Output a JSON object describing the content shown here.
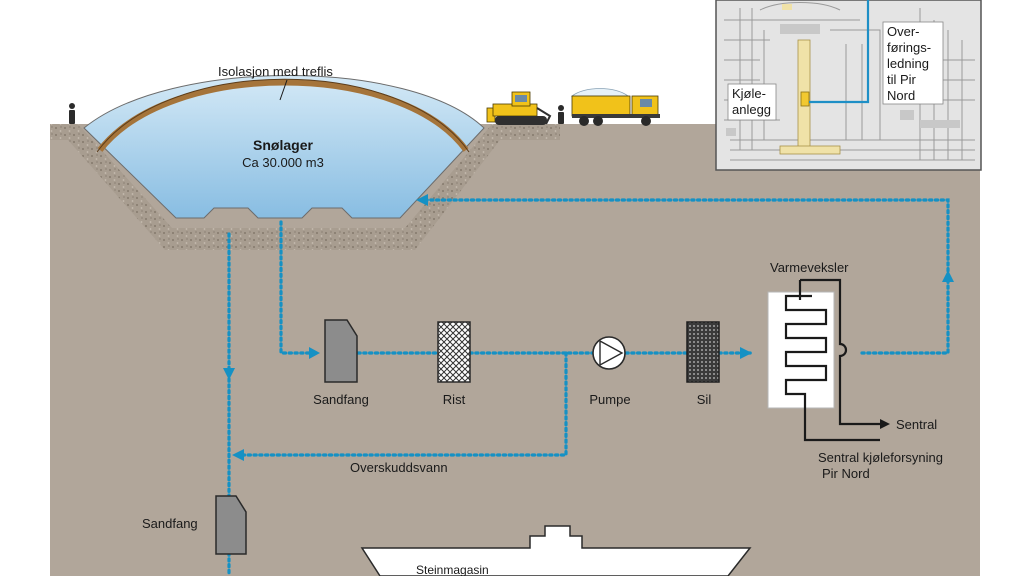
{
  "labels": {
    "insulation": "Isolasjon med treflis",
    "storage_title": "Snølager",
    "storage_volume": "Ca 30.000 m3",
    "sand_trap_main": "Sandfang",
    "grate": "Rist",
    "pump": "Pumpe",
    "strainer": "Sil",
    "heat_exchanger": "Varmeveksler",
    "central_return": "Sentral",
    "central_supply_line1": "Sentral kjøleforsyning",
    "central_supply_line2": "Pir Nord",
    "surplus_water": "Overskuddsvann",
    "sand_trap_lower": "Sandfang",
    "stone_magazine": "Steinmagasin"
  },
  "inset": {
    "transfer_line": [
      "Over-",
      "førings-",
      "ledning",
      "til Pir",
      "Nord"
    ],
    "cooling_plant": [
      "Kjøle-",
      "anlegg"
    ]
  },
  "colors": {
    "background": "#ffffff",
    "ground": "#b1a69a",
    "gravel": "#9c9183",
    "water_top": "#c9e3f4",
    "water_bottom": "#8fc1e3",
    "insulation_arc": "#a5743a",
    "flow": "#1591c4",
    "vehicles": "#f1c21a"
  }
}
